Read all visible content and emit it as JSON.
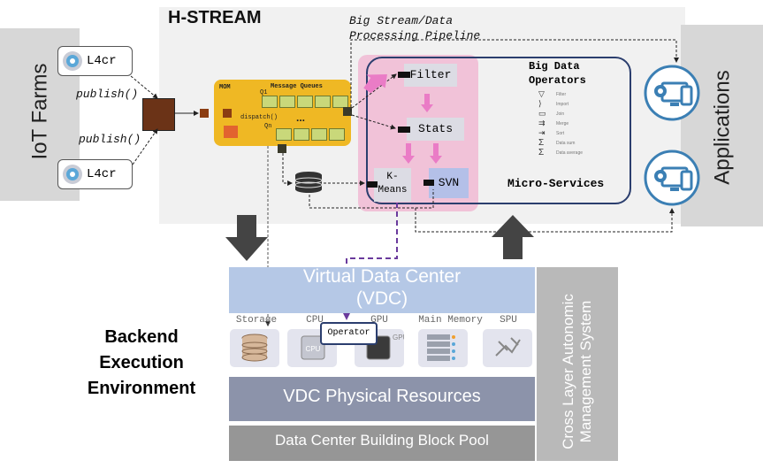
{
  "header": {
    "title": "H-STREAM",
    "pipeline_line1": "Big Stream/Data",
    "pipeline_line2": "Processing Pipeline"
  },
  "left_panel": {
    "label": "IoT Farms"
  },
  "right_panel": {
    "label": "Applications"
  },
  "devices": [
    {
      "label": "L4cr"
    },
    {
      "label": "L4cr"
    }
  ],
  "publish_labels": [
    "publish()",
    "publish()"
  ],
  "mom": {
    "label": "MOM",
    "queues_label": "Message Queues",
    "q1": "Q1",
    "qn": "Qn",
    "dispatch": "dispatch()",
    "ellipsis": "..."
  },
  "operators": {
    "filter": "Filter",
    "stats": "Stats",
    "kmeans_line1": "K-",
    "kmeans_line2": "Means",
    "svn": "SVN"
  },
  "big_data": {
    "line1": "Big Data",
    "line2": "Operators"
  },
  "micro_services": "Micro-Services",
  "operator_list": [
    "Filter",
    "Import",
    "Join",
    "Merge",
    "Sort",
    "Data sum",
    "Data average"
  ],
  "backend": {
    "line1": "Backend",
    "line2": "Execution",
    "line3": "Environment"
  },
  "vdc": {
    "line1": "Virtual Data Center",
    "line2": "(VDC)"
  },
  "resources": [
    {
      "label": "Storage"
    },
    {
      "label": "CPU",
      "icon_text": "CPU"
    },
    {
      "label": "GPU",
      "icon_text": "GPU"
    },
    {
      "label": "Main Memory"
    },
    {
      "label": "SPU"
    }
  ],
  "operator_chip": "Operator",
  "physical": "VDC Physical Resources",
  "building_block": "Data Center Building Block Pool",
  "cross_layer": {
    "line1": "Cross Layer Autonomic",
    "line2": "Management System"
  },
  "colors": {
    "mom": "#efb824",
    "pink": "#f1c2d8",
    "blue_border": "#2b3e6e",
    "vdc": "#b5c8e6",
    "physical": "#8c93aa",
    "building_block": "#969696",
    "cross_layer": "#b9b9b9",
    "arrow_pink": "#ea7cc6",
    "dashed_purple": "#6a3a9c"
  }
}
